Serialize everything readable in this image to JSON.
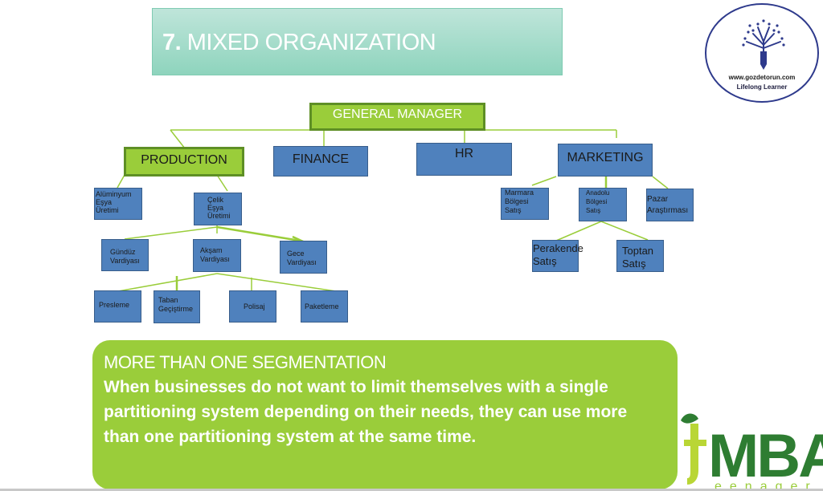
{
  "slide": {
    "title_number": "7.",
    "title_text": "MIXED ORGANIZATION"
  },
  "logo_top": {
    "icon": "pencil-tree-icon",
    "url": "www.gozdetorun.com",
    "tagline": "Lifelong Learner"
  },
  "org_chart": {
    "root": "GENERAL MANAGER",
    "departments": {
      "production": "PRODUCTION",
      "finance": "FINANCE",
      "hr": "HR",
      "marketing": "MARKETING"
    },
    "production_children": {
      "aluminyum": "Alüminyum\nEşya\nÜretimi",
      "celik": "Çelik\nEşya\nÜretimi"
    },
    "celik_children": {
      "gunduz": "Gündüz\nVardiyası",
      "aksam": "Akşam\nVardiyası",
      "gece": "Gece\nVardiyası"
    },
    "aksam_children": {
      "presleme": "Presleme",
      "taban": "Taban\nGeçiştirme",
      "polisaj": "Polisaj",
      "paketleme": "Paketleme"
    },
    "marketing_children": {
      "marmara": "Marmara\nBölgesi\nSatış",
      "anadolu": "Anadolu\nBölgesi\nSatış",
      "pazar": "Pazar\nAraştırması"
    },
    "anadolu_children": {
      "perakende": "Perakende\nSatış",
      "toptan": "Toptan\nSatış"
    },
    "colors": {
      "green_fill": "#9acd3a",
      "green_border": "#5e8f25",
      "blue_fill": "#4f81bd",
      "connector": "#9acd3a"
    }
  },
  "info_box": {
    "heading": "MORE THAN ONE SEGMENTATION",
    "body": "When businesses do not want to limit themselves with a single partitioning system depending on their needs, they can use more than one partitioning system at the same time."
  },
  "logo_bottom": {
    "letters": "MBA",
    "prefix": "t",
    "subtitle": "eenager"
  }
}
